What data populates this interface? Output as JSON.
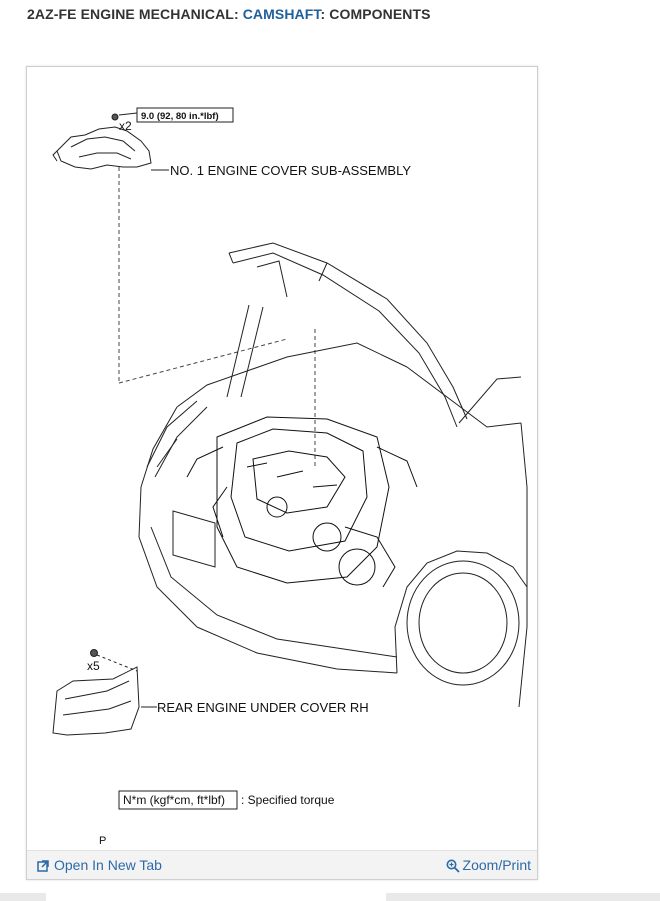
{
  "heading": {
    "prefix": "2AZ-FE ENGINE MECHANICAL: ",
    "link": "CAMSHAFT",
    "suffix": ": COMPONENTS"
  },
  "diagram": {
    "torque_label": "9.0 (92, 80 in.*lbf)",
    "qty_top": "x2",
    "cover_label": "NO. 1 ENGINE COVER SUB-ASSEMBLY",
    "qty_bottom": "x5",
    "under_cover_label": "REAR ENGINE UNDER COVER RH",
    "legend_box": "N*m (kgf*cm, ft*lbf)",
    "legend_text": ": Specified torque",
    "corner_code": "P"
  },
  "toolbar": {
    "open_label": "Open In New Tab",
    "zoom_label": "Zoom/Print",
    "open_icon": "open-new-tab-icon",
    "zoom_icon": "magnifier-icon"
  }
}
